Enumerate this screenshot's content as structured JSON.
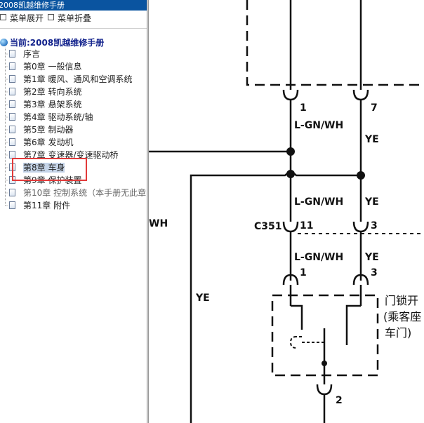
{
  "window": {
    "title": "2008凯越维修手册"
  },
  "menu": {
    "expand_label": "菜单展开",
    "collapse_label": "菜单折叠"
  },
  "tree": {
    "root_label": "当前:2008凯越维修手册",
    "items": [
      {
        "label": "序言"
      },
      {
        "label": "第0章 一般信息"
      },
      {
        "label": "第1章 暖风、通风和空调系统"
      },
      {
        "label": "第2章 转向系统"
      },
      {
        "label": "第3章 悬架系统"
      },
      {
        "label": "第4章 驱动系统/轴"
      },
      {
        "label": "第5章 制动器"
      },
      {
        "label": "第6章 发动机"
      },
      {
        "label": "第7章 变速器/变速驱动桥"
      },
      {
        "label": "第8章 车身",
        "selected": true
      },
      {
        "label": "第9章 保护装置"
      },
      {
        "label": "第10章 控制系统（本手册无此章"
      },
      {
        "label": "第11章 附件"
      }
    ]
  },
  "diagram": {
    "pin_top_left": "1",
    "pin_top_right": "7",
    "wire_left_upper": "L-GN/WH",
    "wire_right_upper": "YE",
    "wire_left_mid": "L-GN/WH",
    "wire_right_mid": "YE",
    "connector_name": "C351",
    "connector_pin_left": "11",
    "connector_pin_right": "3",
    "wire_left_lower": "L-GN/WH",
    "wire_right_lower": "YE",
    "switch_pin_left": "1",
    "switch_pin_right": "3",
    "switch_pin_bottom": "2",
    "wire_far_left": "WH",
    "wire_vertical": "YE",
    "switch_title_line1": "门锁开",
    "switch_title_line2": "(乘客座",
    "switch_title_line3": "车门)"
  },
  "colors": {
    "title_bar": "#0a54a0",
    "selection_box": "#e23a3a",
    "selected_bg": "#c5d4e8"
  }
}
